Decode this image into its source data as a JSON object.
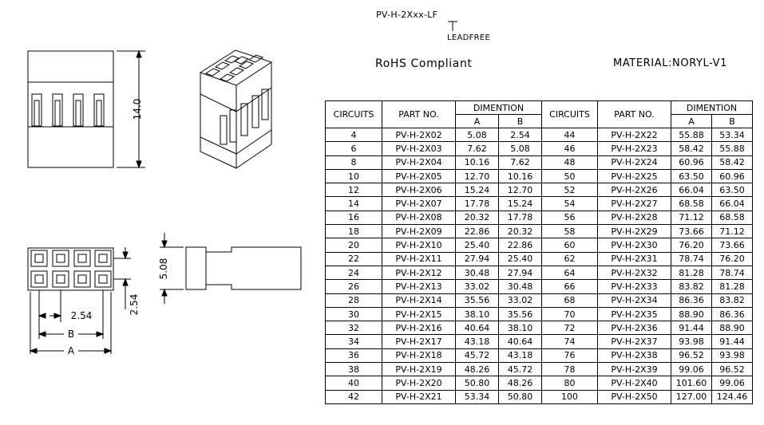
{
  "header": {
    "part_code": "PV-H-2Xxx-LF",
    "leadfree": "LEADFREE",
    "rohs": "RoHS  Compliant",
    "material": "MATERIAL:NORYL-V1"
  },
  "dimensions": {
    "height": "14.0",
    "width": "5.08",
    "pitch_v": "2.54",
    "pitch_h": "2.54",
    "b": "B",
    "a": "A"
  },
  "table": {
    "headers": {
      "circuits": "CIRCUITS",
      "part_no": "PART NO.",
      "dimention": "DIMENTION",
      "a": "A",
      "b": "B"
    },
    "rows": [
      [
        "4",
        "PV-H-2X02",
        "5.08",
        "2.54",
        "44",
        "PV-H-2X22",
        "55.88",
        "53.34"
      ],
      [
        "6",
        "PV-H-2X03",
        "7.62",
        "5.08",
        "46",
        "PV-H-2X23",
        "58.42",
        "55.88"
      ],
      [
        "8",
        "PV-H-2X04",
        "10.16",
        "7.62",
        "48",
        "PV-H-2X24",
        "60.96",
        "58.42"
      ],
      [
        "10",
        "PV-H-2X05",
        "12.70",
        "10.16",
        "50",
        "PV-H-2X25",
        "63.50",
        "60.96"
      ],
      [
        "12",
        "PV-H-2X06",
        "15.24",
        "12.70",
        "52",
        "PV-H-2X26",
        "66.04",
        "63.50"
      ],
      [
        "14",
        "PV-H-2X07",
        "17.78",
        "15.24",
        "54",
        "PV-H-2X27",
        "68.58",
        "66.04"
      ],
      [
        "16",
        "PV-H-2X08",
        "20.32",
        "17.78",
        "56",
        "PV-H-2X28",
        "71.12",
        "68.58"
      ],
      [
        "18",
        "PV-H-2X09",
        "22.86",
        "20.32",
        "58",
        "PV-H-2X29",
        "73.66",
        "71.12"
      ],
      [
        "20",
        "PV-H-2X10",
        "25.40",
        "22.86",
        "60",
        "PV-H-2X30",
        "76.20",
        "73.66"
      ],
      [
        "22",
        "PV-H-2X11",
        "27.94",
        "25.40",
        "62",
        "PV-H-2X31",
        "78.74",
        "76.20"
      ],
      [
        "24",
        "PV-H-2X12",
        "30.48",
        "27.94",
        "64",
        "PV-H-2X32",
        "81.28",
        "78.74"
      ],
      [
        "26",
        "PV-H-2X13",
        "33.02",
        "30.48",
        "66",
        "PV-H-2X33",
        "83.82",
        "81.28"
      ],
      [
        "28",
        "PV-H-2X14",
        "35.56",
        "33.02",
        "68",
        "PV-H-2X34",
        "86.36",
        "83.82"
      ],
      [
        "30",
        "PV-H-2X15",
        "38.10",
        "35.56",
        "70",
        "PV-H-2X35",
        "88.90",
        "86.36"
      ],
      [
        "32",
        "PV-H-2X16",
        "40.64",
        "38.10",
        "72",
        "PV-H-2X36",
        "91.44",
        "88.90"
      ],
      [
        "34",
        "PV-H-2X17",
        "43.18",
        "40.64",
        "74",
        "PV-H-2X37",
        "93.98",
        "91.44"
      ],
      [
        "36",
        "PV-H-2X18",
        "45.72",
        "43.18",
        "76",
        "PV-H-2X38",
        "96.52",
        "93.98"
      ],
      [
        "38",
        "PV-H-2X19",
        "48.26",
        "45.72",
        "78",
        "PV-H-2X39",
        "99.06",
        "96.52"
      ],
      [
        "40",
        "PV-H-2X20",
        "50.80",
        "48.26",
        "80",
        "PV-H-2X40",
        "101.60",
        "99.06"
      ],
      [
        "42",
        "PV-H-2X21",
        "53.34",
        "50.80",
        "100",
        "PV-H-2X50",
        "127.00",
        "124.46"
      ]
    ]
  }
}
